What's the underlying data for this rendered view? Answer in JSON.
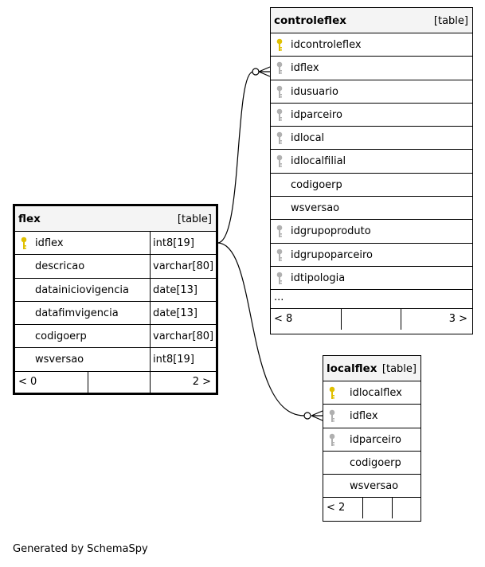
{
  "tables": {
    "controleflex": {
      "name": "controleflex",
      "tag": "[table]",
      "columns": [
        {
          "name": "idcontroleflex",
          "key": "primary"
        },
        {
          "name": "idflex",
          "key": "foreign"
        },
        {
          "name": "idusuario",
          "key": "foreign"
        },
        {
          "name": "idparceiro",
          "key": "foreign"
        },
        {
          "name": "idlocal",
          "key": "foreign"
        },
        {
          "name": "idlocalfilial",
          "key": "foreign"
        },
        {
          "name": "codigoerp",
          "key": "none"
        },
        {
          "name": "wsversao",
          "key": "none"
        },
        {
          "name": "idgrupoproduto",
          "key": "foreign"
        },
        {
          "name": "idgrupoparceiro",
          "key": "foreign"
        },
        {
          "name": "idtipologia",
          "key": "foreign"
        }
      ],
      "more": "...",
      "footer": {
        "left": "< 8",
        "right": "3 >"
      }
    },
    "flex": {
      "name": "flex",
      "tag": "[table]",
      "columns": [
        {
          "name": "idflex",
          "type": "int8[19]",
          "key": "primary"
        },
        {
          "name": "descricao",
          "type": "varchar[80]",
          "key": "none"
        },
        {
          "name": "datainiciovigencia",
          "type": "date[13]",
          "key": "none"
        },
        {
          "name": "datafimvigencia",
          "type": "date[13]",
          "key": "none"
        },
        {
          "name": "codigoerp",
          "type": "varchar[80]",
          "key": "none"
        },
        {
          "name": "wsversao",
          "type": "int8[19]",
          "key": "none"
        }
      ],
      "footer": {
        "left": "< 0",
        "right": "2 >"
      }
    },
    "localflex": {
      "name": "localflex",
      "tag": "[table]",
      "columns": [
        {
          "name": "idlocalflex",
          "key": "primary"
        },
        {
          "name": "idflex",
          "key": "foreign"
        },
        {
          "name": "idparceiro",
          "key": "foreign"
        },
        {
          "name": "codigoerp",
          "key": "none"
        },
        {
          "name": "wsversao",
          "key": "none"
        }
      ],
      "footer": {
        "left": "< 2",
        "right": ""
      }
    }
  },
  "colors": {
    "primary_key": "#e0c000",
    "foreign_key": "#b0b0b0",
    "header_bg": "#f4f4f4"
  },
  "footer_note": "Generated by SchemaSpy"
}
